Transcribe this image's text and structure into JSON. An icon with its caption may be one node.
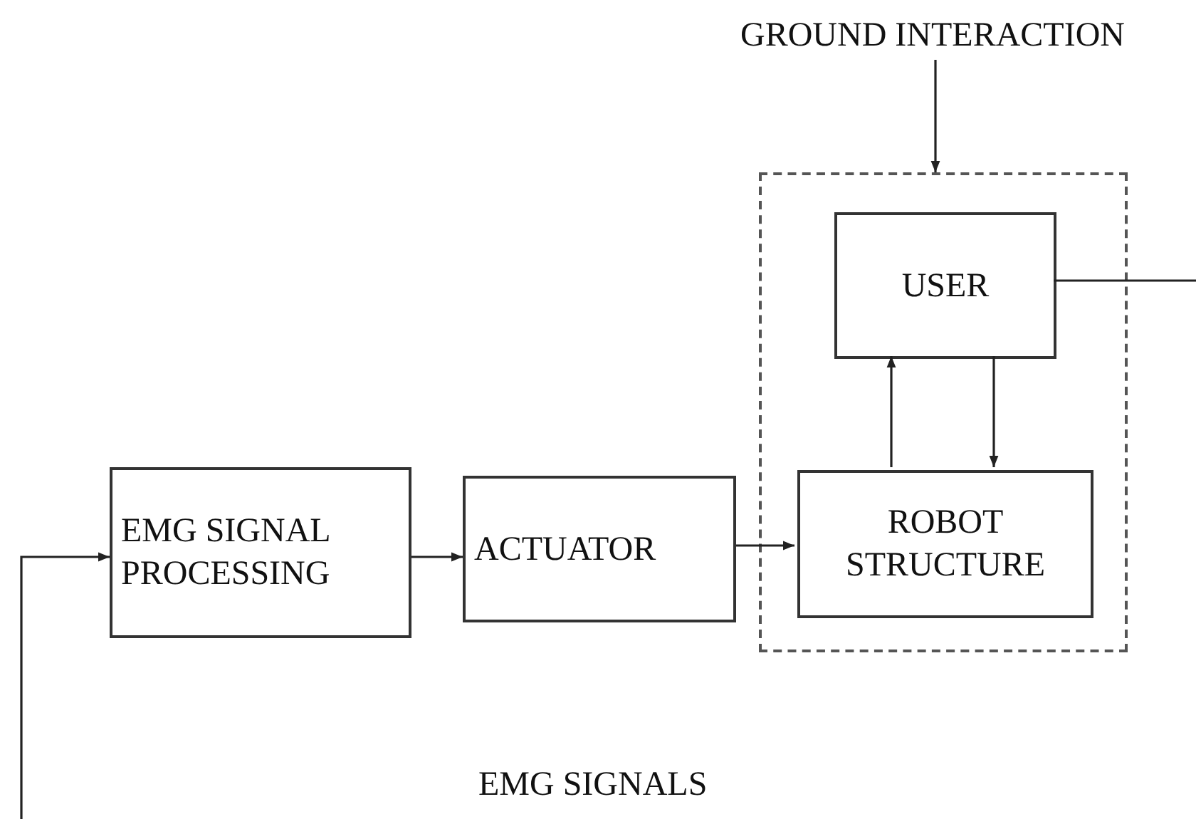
{
  "diagram": {
    "nodes": [
      {
        "text": [
          "GROUND INTERACTION"
        ]
      },
      {
        "text": [],
        "shape": "box"
      },
      {
        "text": [
          "USER"
        ],
        "in": 1
      },
      {
        "text": [
          "ROBOT STRUCTURE"
        ],
        "in": 1
      },
      {
        "text": [
          "EMG SIGNAL PROCESSING"
        ]
      },
      {
        "text": [
          "ACTUATOR"
        ]
      }
    ],
    "edges": [
      {
        "from": 0,
        "to": 1,
        "arrow": "to"
      },
      {
        "from": 2,
        "to": null,
        "arrow": "none"
      },
      {
        "from": 3,
        "to": 2,
        "arrow": "to"
      },
      {
        "from": 2,
        "to": 3,
        "arrow": "to"
      },
      {
        "from": null,
        "to": 4,
        "arrow": "to"
      },
      {
        "from": 4,
        "to": 5,
        "arrow": "to"
      },
      {
        "from": 5,
        "to": 3,
        "arrow": "to"
      }
    ],
    "labels": [
      "EMG SIGNALS"
    ]
  }
}
